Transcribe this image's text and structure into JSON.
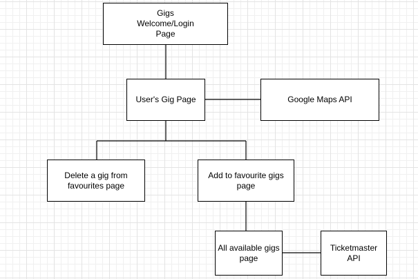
{
  "diagram": {
    "nodes": [
      {
        "id": "welcome",
        "label": "Gigs\nWelcome/Login\nPage"
      },
      {
        "id": "usergig",
        "label": "User's Gig Page"
      },
      {
        "id": "maps",
        "label": "Google Maps API"
      },
      {
        "id": "delete",
        "label": "Delete a gig from\nfavourites page"
      },
      {
        "id": "add",
        "label": "Add to favourite gigs\npage"
      },
      {
        "id": "all",
        "label": "All available gigs\npage"
      },
      {
        "id": "tm",
        "label": "Ticketmaster\nAPI"
      }
    ],
    "edges": [
      {
        "from": "welcome",
        "to": "usergig"
      },
      {
        "from": "usergig",
        "to": "maps"
      },
      {
        "from": "usergig",
        "to": "delete"
      },
      {
        "from": "usergig",
        "to": "add"
      },
      {
        "from": "add",
        "to": "all"
      },
      {
        "from": "all",
        "to": "tm"
      }
    ],
    "colors": {
      "stroke": "#000000",
      "box_fill": "#ffffff",
      "grid": "#e3e3e3"
    }
  }
}
